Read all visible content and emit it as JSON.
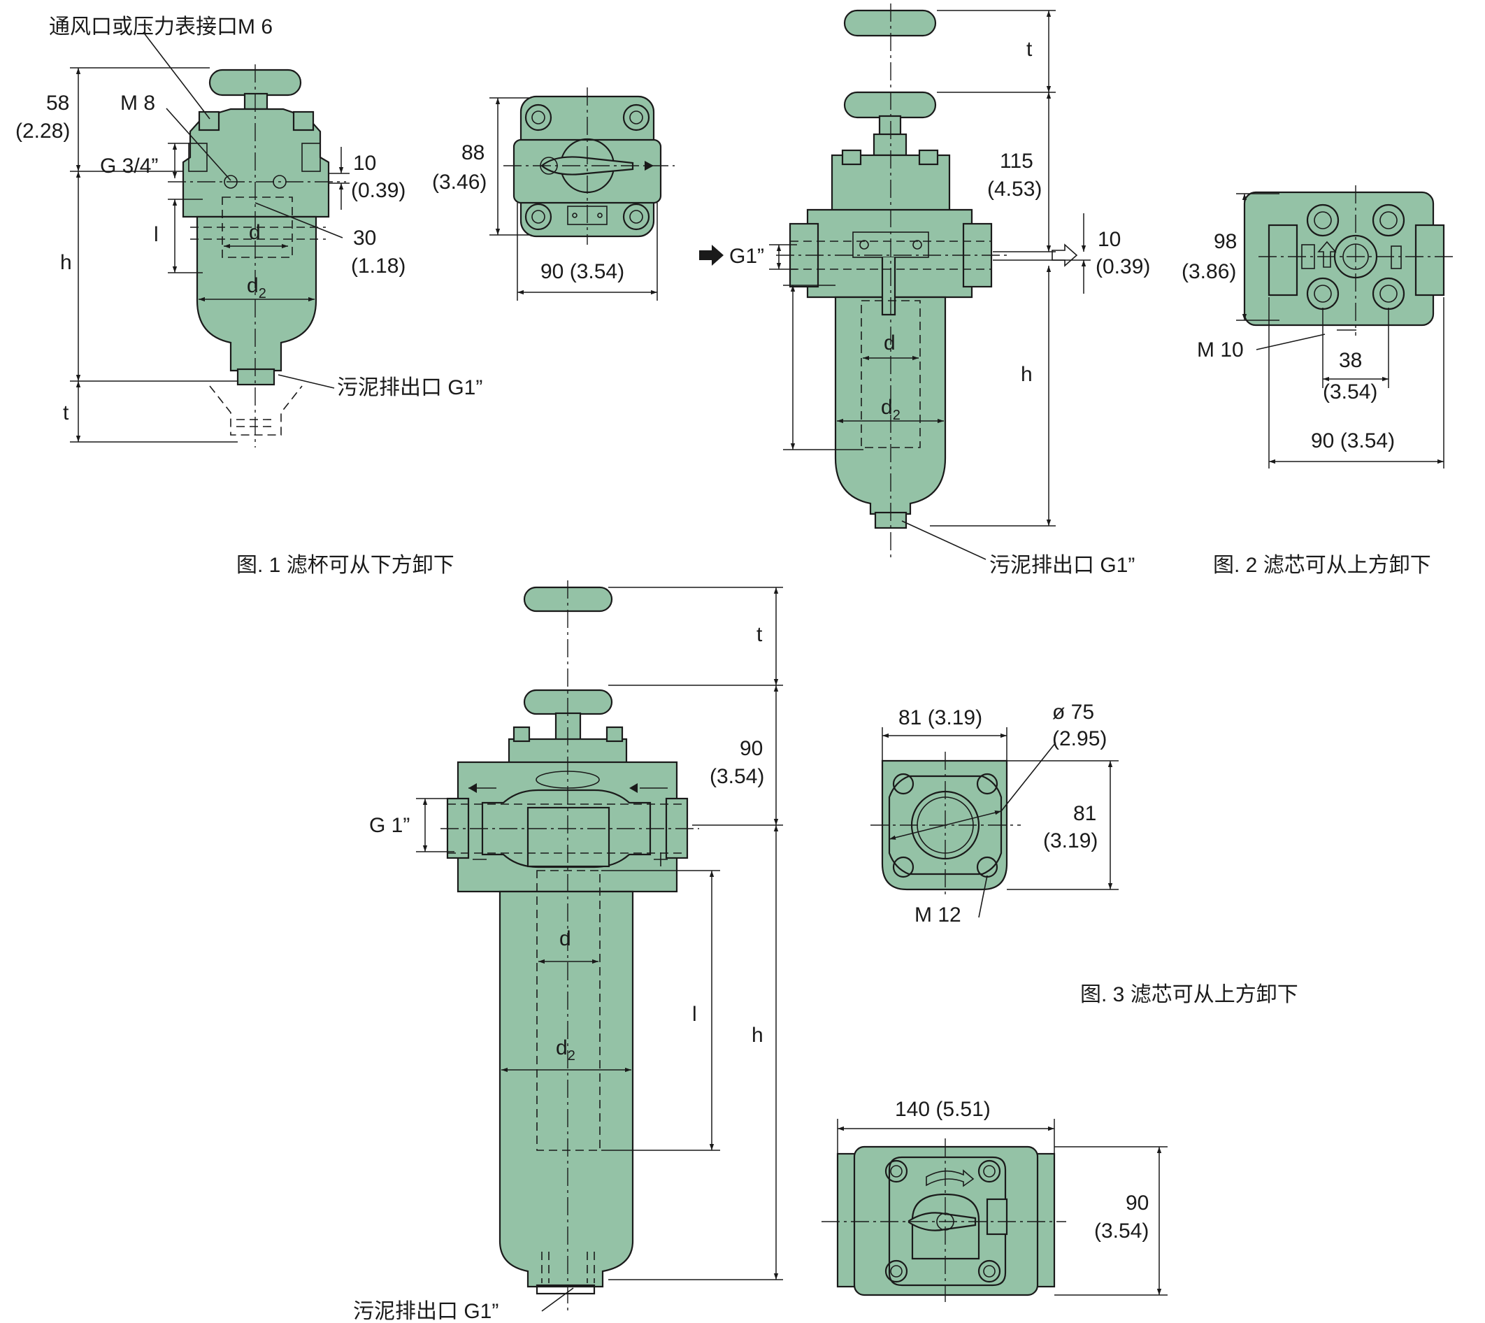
{
  "colors": {
    "body": "#94c2a6",
    "line": "#1a1a1a",
    "background": "#ffffff"
  },
  "fig1": {
    "caption": "图. 1   滤杯可从下方卸下",
    "vent_port": "通风口或压力表接口M 6",
    "m8": "M 8",
    "g34": "G 3/4”",
    "dim_58": "58",
    "dim_58_in": "(2.28)",
    "dim_10": "10",
    "dim_10_in": "(0.39)",
    "dim_30": "30",
    "dim_30_in": "(1.18)",
    "h": "h",
    "l": "l",
    "d": "d",
    "d2": "d",
    "d2_sub": "2",
    "t": "t",
    "drain": "污泥排出口 G1”",
    "top_w": "90 (3.54)",
    "top_h": "88",
    "top_h_in": "(3.46)"
  },
  "fig2": {
    "caption": "图. 2   滤芯可从上方卸下",
    "t": "t",
    "dim_115": "115",
    "dim_115_in": "(4.53)",
    "dim_10": "10",
    "dim_10_in": "(0.39)",
    "g1": "G1”",
    "h": "h",
    "d": "d",
    "d2": "d",
    "d2_sub": "2",
    "drain": "污泥排出口 G1”",
    "top_h": "98",
    "top_h_in": "(3.86)",
    "m10": "M 10",
    "dim_38": "38",
    "dim_38_in": "(3.54)",
    "top_w": "90 (3.54)"
  },
  "fig3": {
    "caption": "图. 3   滤芯可从上方卸下",
    "t": "t",
    "dim_90": "90",
    "dim_90_in": "(3.54)",
    "g1": "G 1”",
    "h": "h",
    "l": "l",
    "d": "d",
    "d2": "d",
    "d2_sub": "2",
    "drain": "污泥排出口 G1”",
    "flange_w": "81 (3.19)",
    "phi": "ø 75",
    "phi_in": "(2.95)",
    "flange_h": "81",
    "flange_h_in": "(3.19)",
    "m12": "M 12",
    "top_w": "140 (5.51)",
    "top_h": "90",
    "top_h_in": "(3.54)"
  }
}
